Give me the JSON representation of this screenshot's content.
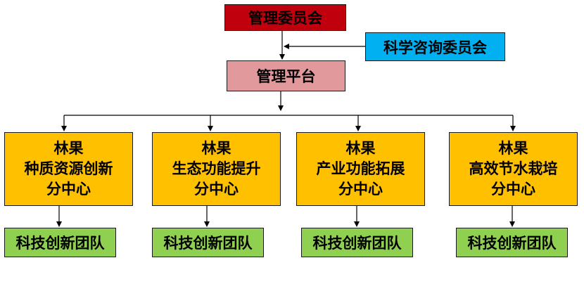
{
  "colors": {
    "committee": "#c0000d",
    "advisory": "#00b0f0",
    "platform": "#e2999c",
    "center": "#ffc000",
    "team": "#8fd050"
  },
  "top": {
    "committee": "管理委员会",
    "advisory": "科学咨询委员会",
    "platform": "管理平台"
  },
  "centers": [
    {
      "line1": "林果",
      "line2": "种质资源创新",
      "line3": "分中心"
    },
    {
      "line1": "林果",
      "line2": "生态功能提升",
      "line3": "分中心"
    },
    {
      "line1": "林果",
      "line2": "产业功能拓展",
      "line3": "分中心"
    },
    {
      "line1": "林果",
      "line2": "高效节水栽培",
      "line3": "分中心"
    }
  ],
  "teams": [
    "科技创新团队",
    "科技创新团队",
    "科技创新团队",
    "科技创新团队"
  ]
}
